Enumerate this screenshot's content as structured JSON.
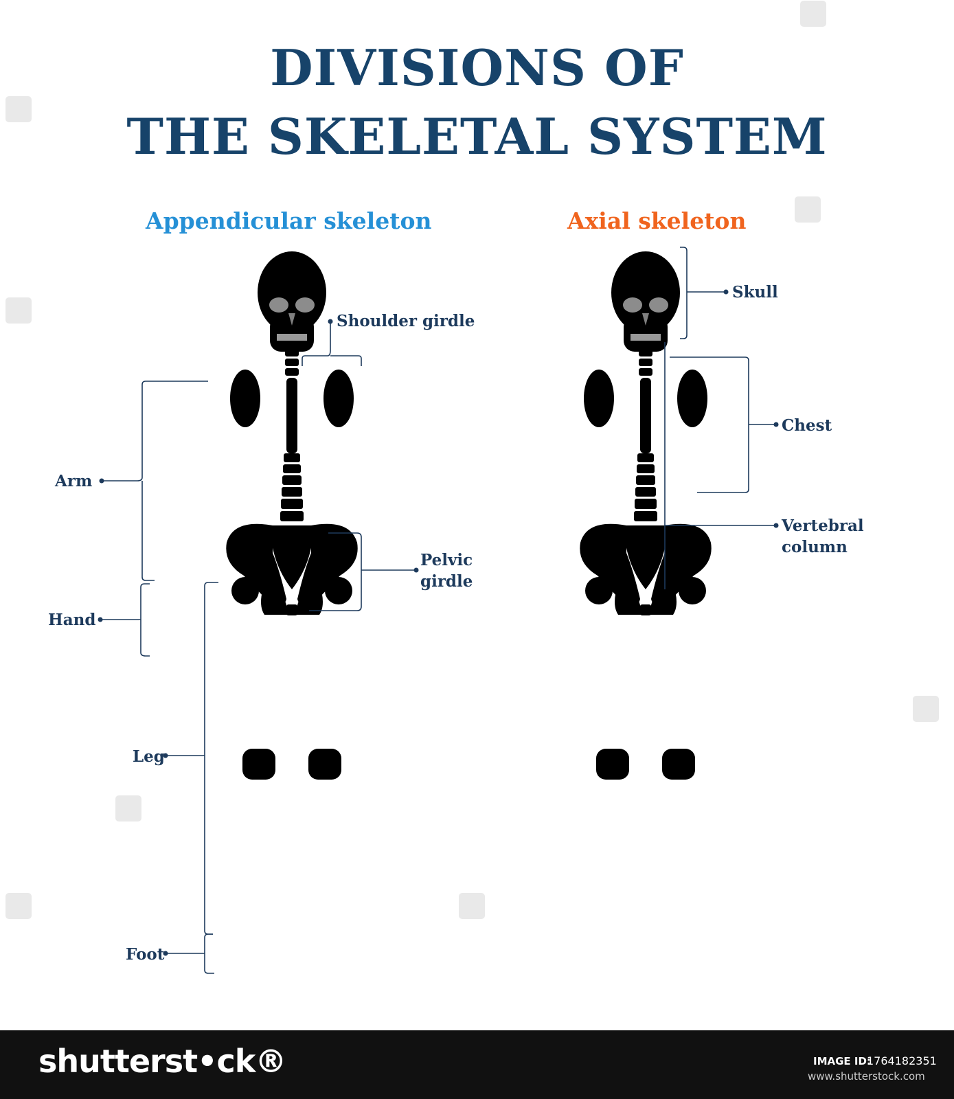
{
  "title_line1": "DIVISIONS OF",
  "title_line2": "THE SKELETAL SYSTEM",
  "appendicular": {
    "title": "Appendicular skeleton",
    "labels": {
      "shoulder": "Shoulder girdle",
      "arm": "Arm",
      "pelvic_line1": "Pelvic",
      "pelvic_line2": "girdle",
      "hand": "Hand",
      "leg": "Leg",
      "foot": "Foot"
    }
  },
  "axial": {
    "title": "Axial skeleton",
    "labels": {
      "skull": "Skull",
      "chest": "Chest",
      "vertebral_line1": "Vertebral",
      "vertebral_line2": "column"
    }
  },
  "footer": {
    "brand": "shutterst•ck®",
    "image_id_label": "IMAGE ID:",
    "image_id": "1764182351",
    "site": "www.shutterstock.com"
  },
  "colors": {
    "title": "#17436a",
    "appendicular": "#2590d6",
    "axial": "#f0641e",
    "bone_gray": "#dcd6cc",
    "bone_blue": "#a9d7f2",
    "bone_yellow": "#ffd45a",
    "label": "#1d3a5c"
  }
}
